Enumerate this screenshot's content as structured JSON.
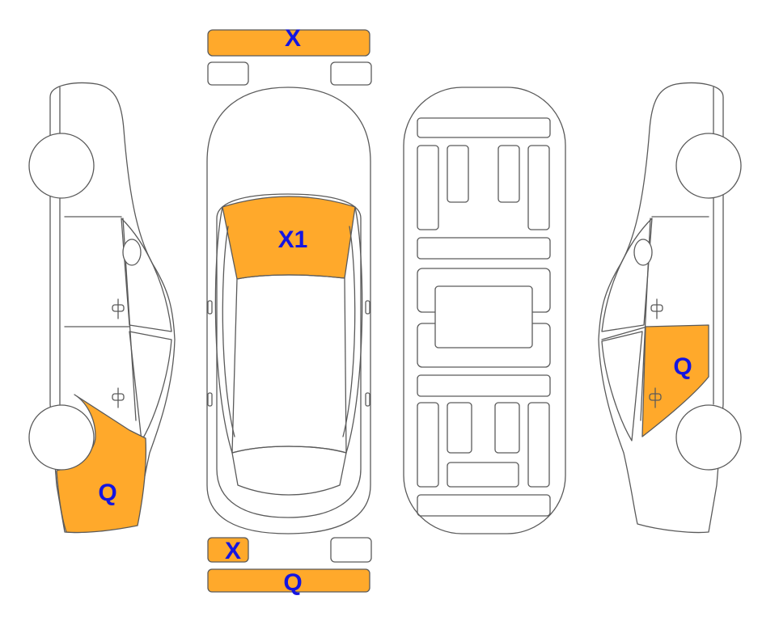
{
  "colors": {
    "damage_fill": "#FFA92B",
    "label_text": "#1515E0",
    "outline": "#5A5A5A",
    "background": "#FFFFFF"
  },
  "marks": {
    "front_bumper": "X",
    "windshield": "X1",
    "left_rear_quarter": "Q",
    "right_rear_quarter": "Q",
    "rear_left_light": "X",
    "rear_bumper": "Q"
  }
}
